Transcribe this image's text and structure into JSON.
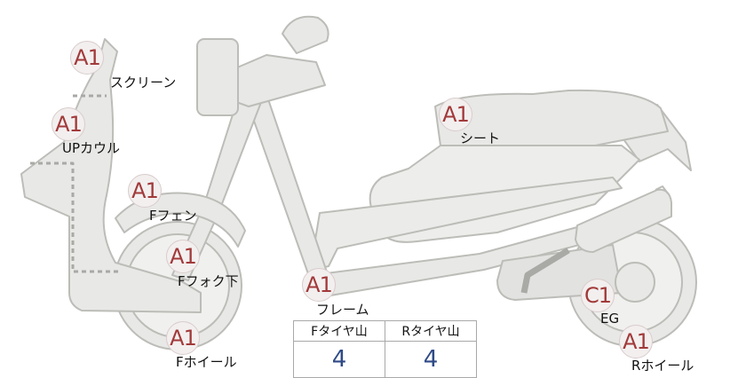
{
  "colors": {
    "body_fill": "#e8e8e6",
    "body_stroke": "#bcbcb8",
    "grade_text": "#a23a3a",
    "value_text": "#2f4a86"
  },
  "parts": [
    {
      "id": "screen",
      "grade": "A1",
      "label": "スクリーン"
    },
    {
      "id": "up-cowl",
      "grade": "A1",
      "label": "UPカウル"
    },
    {
      "id": "f-fender",
      "grade": "A1",
      "label": "Fフェン"
    },
    {
      "id": "f-fork-lower",
      "grade": "A1",
      "label": "Fフォク下"
    },
    {
      "id": "f-wheel",
      "grade": "A1",
      "label": "Fホイール"
    },
    {
      "id": "frame",
      "grade": "A1",
      "label": "フレーム"
    },
    {
      "id": "seat",
      "grade": "A1",
      "label": "シート"
    },
    {
      "id": "engine",
      "grade": "C1",
      "label": "EG"
    },
    {
      "id": "r-wheel",
      "grade": "A1",
      "label": "Rホイール"
    }
  ],
  "tire_table": {
    "front_header": "Fタイヤ山",
    "rear_header": "Rタイヤ山",
    "front_value": "4",
    "rear_value": "4"
  }
}
